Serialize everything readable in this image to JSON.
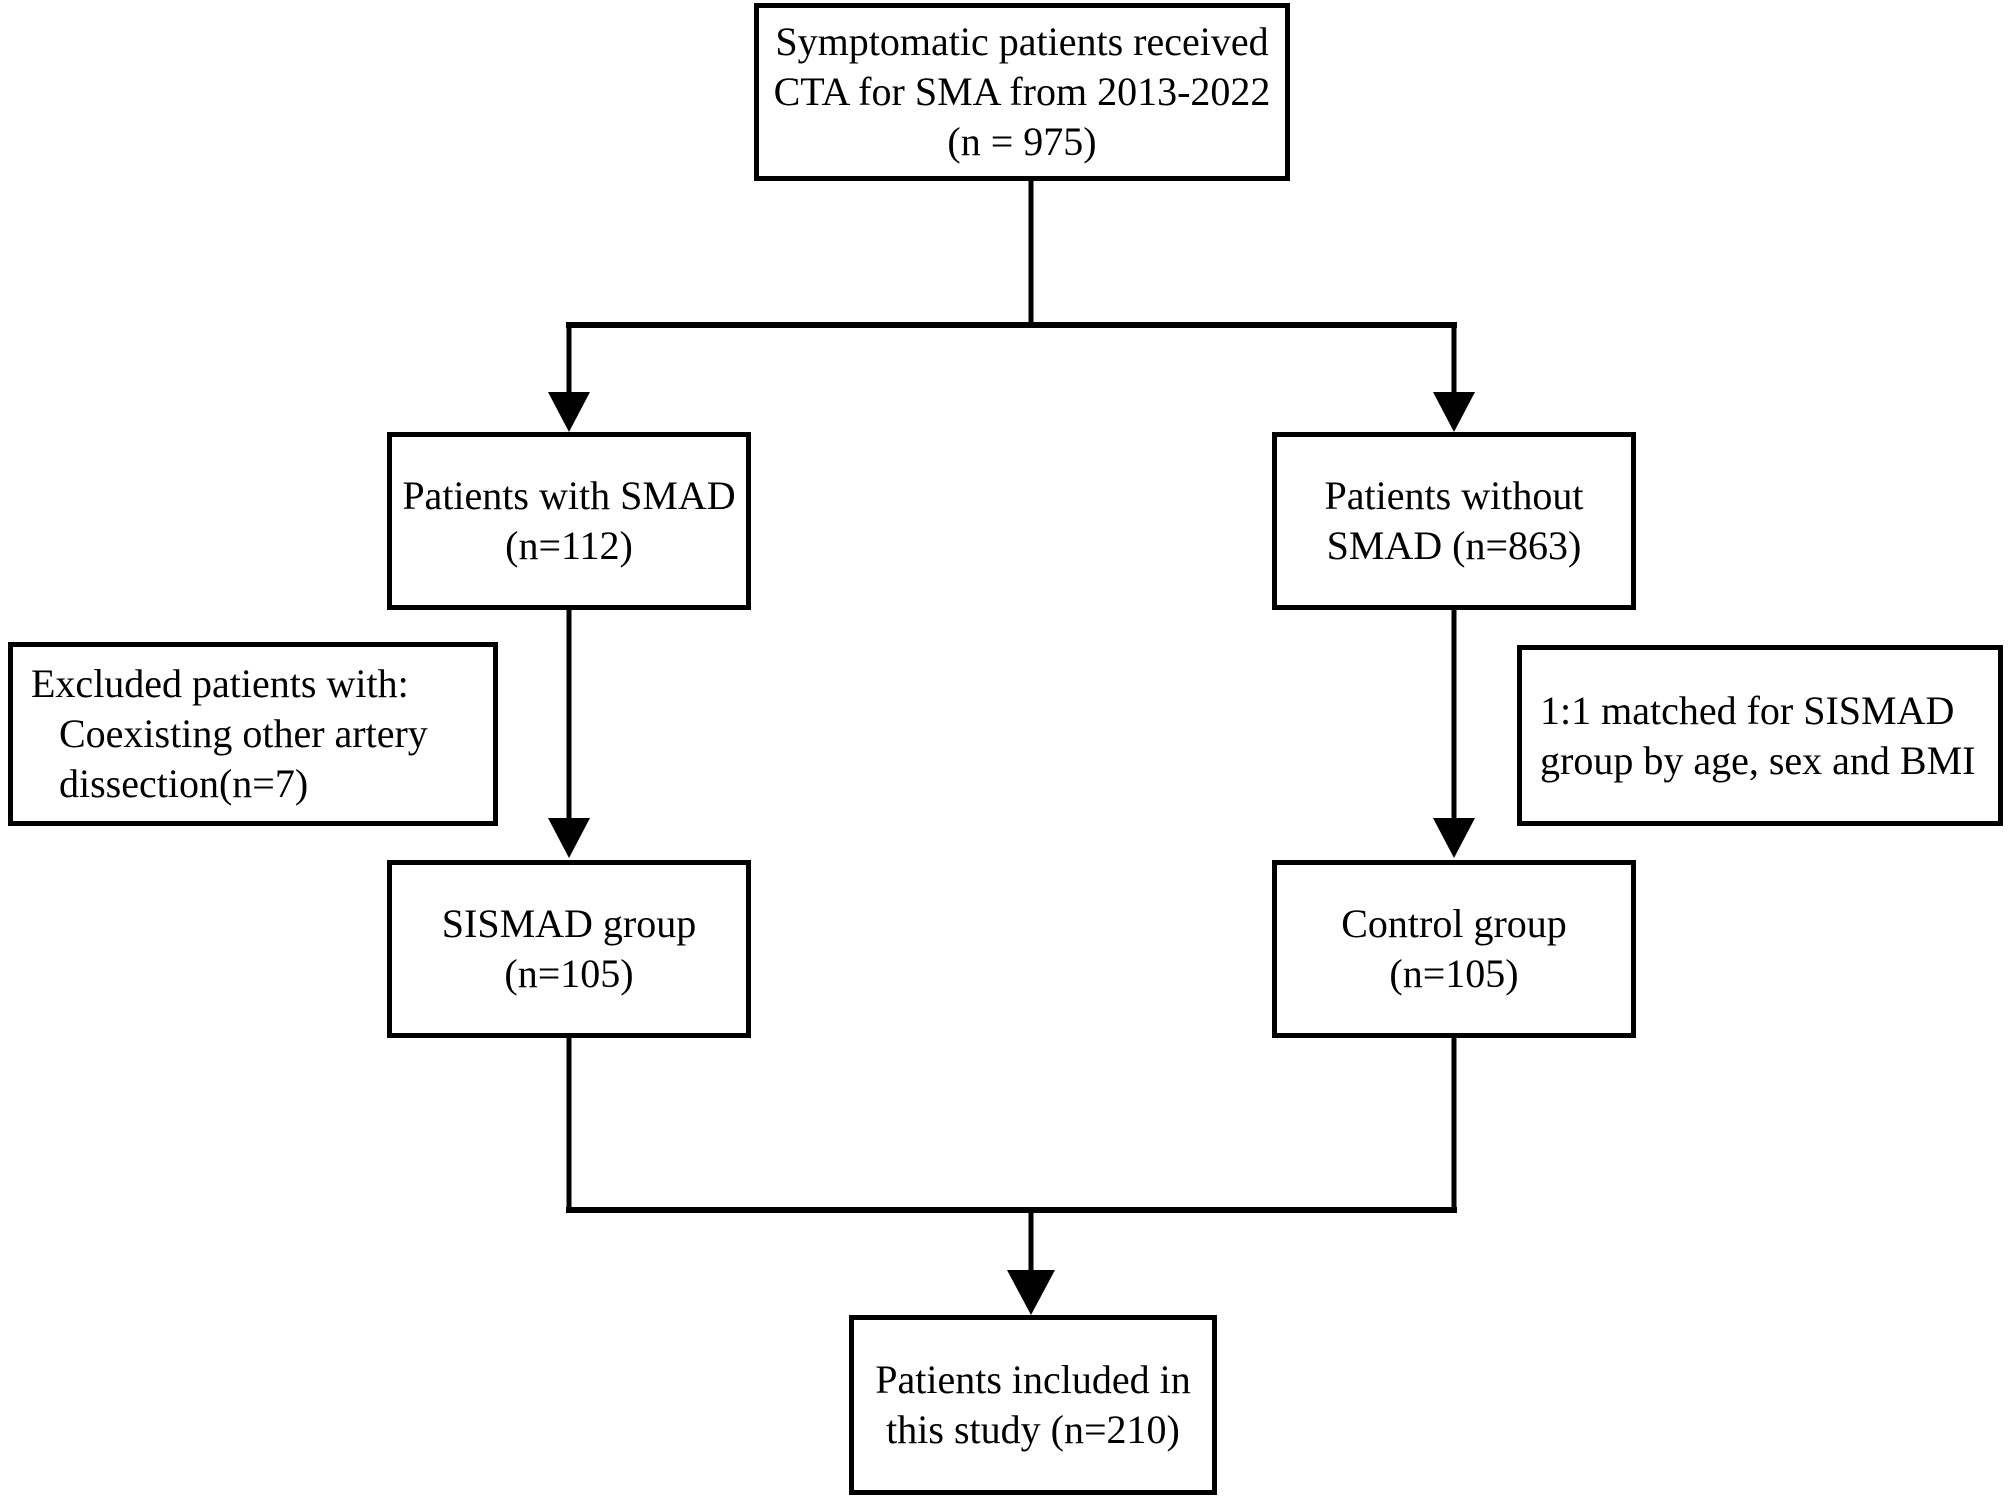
{
  "colors": {
    "background": "#ffffff",
    "line": "#000000",
    "text": "#000000"
  },
  "nodes": {
    "source": {
      "lines": [
        "Symptomatic patients received",
        "CTA for SMA from 2013-2022",
        "(n = 975)"
      ]
    },
    "with_smad": {
      "lines": [
        "Patients with SMAD",
        "(n=112)"
      ]
    },
    "without_smad": {
      "lines": [
        "Patients without",
        "SMAD (n=863)"
      ]
    },
    "excluded": {
      "lines": [
        "Excluded patients with:",
        "Coexisting other artery",
        "dissection(n=7)"
      ]
    },
    "matched": {
      "lines": [
        "1:1 matched for SISMAD",
        "group by age, sex and BMI"
      ]
    },
    "sismad_group": {
      "lines": [
        "SISMAD group",
        "(n=105)"
      ]
    },
    "control_group": {
      "lines": [
        "Control group",
        "(n=105)"
      ]
    },
    "included": {
      "lines": [
        "Patients included in",
        "this study (n=210)"
      ]
    }
  },
  "edges": [
    {
      "from": "source",
      "to": "with_smad",
      "style": "arrow"
    },
    {
      "from": "source",
      "to": "without_smad",
      "style": "arrow"
    },
    {
      "from": "with_smad",
      "to": "sismad_group",
      "style": "arrow"
    },
    {
      "from": "without_smad",
      "to": "control_group",
      "style": "arrow"
    },
    {
      "from": "sismad_group",
      "to": "included",
      "style": "arrow"
    },
    {
      "from": "control_group",
      "to": "included",
      "style": "arrow"
    }
  ]
}
